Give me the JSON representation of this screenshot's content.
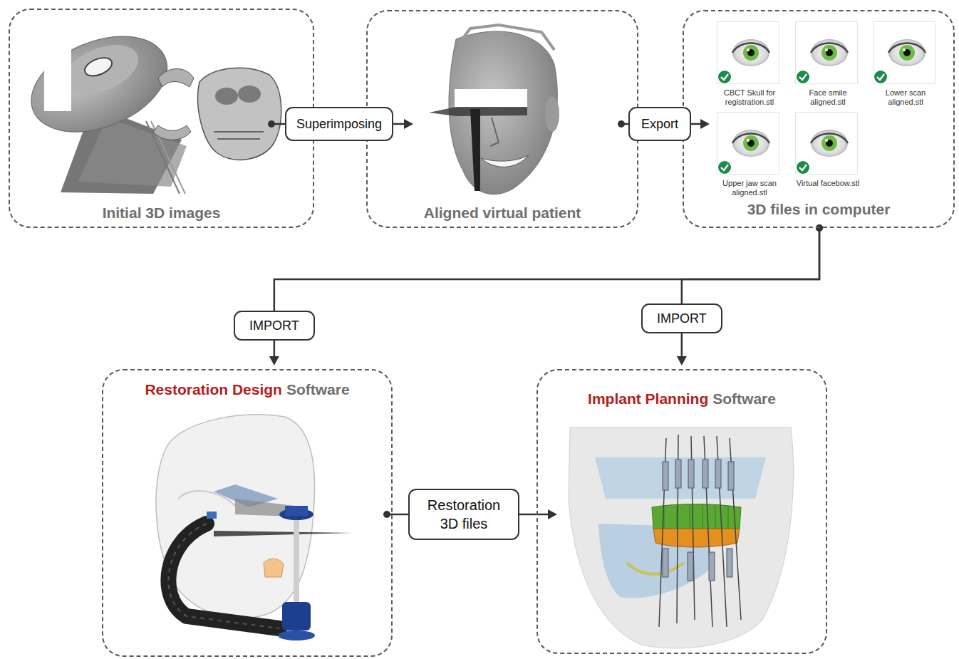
{
  "diagram": {
    "nodes": [
      {
        "text": [
          "Initial 3D images"
        ]
      },
      {
        "text": [
          "Superimposing"
        ]
      },
      {
        "text": [
          "Aligned virtual patient"
        ]
      },
      {
        "text": [
          "Export"
        ]
      },
      {
        "text": [
          "3D files in computer"
        ]
      },
      {
        "text": [
          "CBCT Skull for registration.stl"
        ],
        "in": 4
      },
      {
        "text": [
          "Face smile aligned.stl"
        ],
        "in": 4
      },
      {
        "text": [
          "Lower scan aligned.stl"
        ],
        "in": 4
      },
      {
        "text": [
          "Upper jaw scan aligned.stl"
        ],
        "in": 4
      },
      {
        "text": [
          "Virtual facebow.stl"
        ],
        "in": 4
      },
      {
        "text": [
          "IMPORT"
        ]
      },
      {
        "text": [
          "IMPORT"
        ]
      },
      {
        "text": [
          "Restoration Design",
          "Software"
        ]
      },
      {
        "text": [
          "Restoration 3D files"
        ]
      },
      {
        "text": [
          "Implant Planning",
          "Software"
        ]
      }
    ],
    "edges": [
      {
        "from": 0,
        "to": 1,
        "arrow": "none"
      },
      {
        "from": 1,
        "to": 2,
        "arrow": "to"
      },
      {
        "from": 2,
        "to": 3,
        "arrow": "none"
      },
      {
        "from": 3,
        "to": 4,
        "arrow": "to"
      },
      {
        "from": 4,
        "to": 10,
        "arrow": "none"
      },
      {
        "from": 10,
        "to": 12,
        "arrow": "to"
      },
      {
        "from": 4,
        "to": 11,
        "arrow": "none"
      },
      {
        "from": 11,
        "to": 14,
        "arrow": "to"
      },
      {
        "from": 12,
        "to": 13,
        "arrow": "none"
      },
      {
        "from": 13,
        "to": 14,
        "arrow": "to"
      }
    ]
  }
}
